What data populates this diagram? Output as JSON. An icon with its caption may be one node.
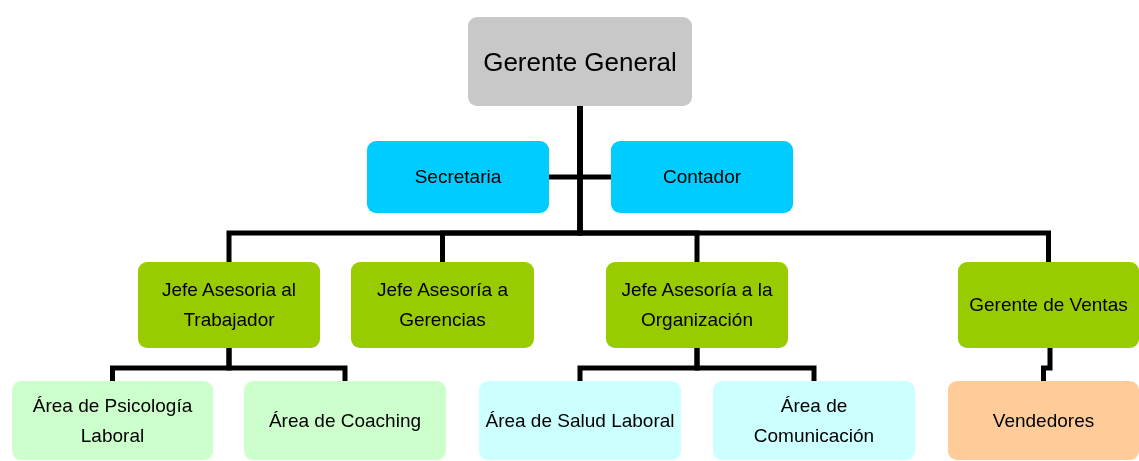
{
  "diagram": {
    "nodes": [
      {
        "text": [
          "Gerente General"
        ]
      },
      {
        "text": [
          "Secretaria"
        ]
      },
      {
        "text": [
          "Contador"
        ]
      },
      {
        "text": [
          "Jefe Asesoria al Trabajador"
        ]
      },
      {
        "text": [
          "Jefe Asesoría a Gerencias"
        ]
      },
      {
        "text": [
          "Jefe Asesoría a la Organización"
        ]
      },
      {
        "text": [
          "Gerente de Ventas"
        ]
      },
      {
        "text": [
          "Área de Psicología Laboral"
        ]
      },
      {
        "text": [
          "Área de Coaching"
        ]
      },
      {
        "text": [
          "Área de Salud Laboral"
        ]
      },
      {
        "text": [
          "Área de Comunicación"
        ]
      },
      {
        "text": [
          "Vendedores"
        ]
      }
    ],
    "edges": [
      {
        "from": 0,
        "to": 1,
        "arrow": "none"
      },
      {
        "from": 0,
        "to": 2,
        "arrow": "none"
      },
      {
        "from": 0,
        "to": 3,
        "arrow": "none"
      },
      {
        "from": 0,
        "to": 4,
        "arrow": "none"
      },
      {
        "from": 0,
        "to": 5,
        "arrow": "none"
      },
      {
        "from": 0,
        "to": 6,
        "arrow": "none"
      },
      {
        "from": 3,
        "to": 7,
        "arrow": "none"
      },
      {
        "from": 3,
        "to": 8,
        "arrow": "none"
      },
      {
        "from": 5,
        "to": 9,
        "arrow": "none"
      },
      {
        "from": 5,
        "to": 10,
        "arrow": "none"
      },
      {
        "from": 6,
        "to": 11,
        "arrow": "none"
      }
    ]
  }
}
